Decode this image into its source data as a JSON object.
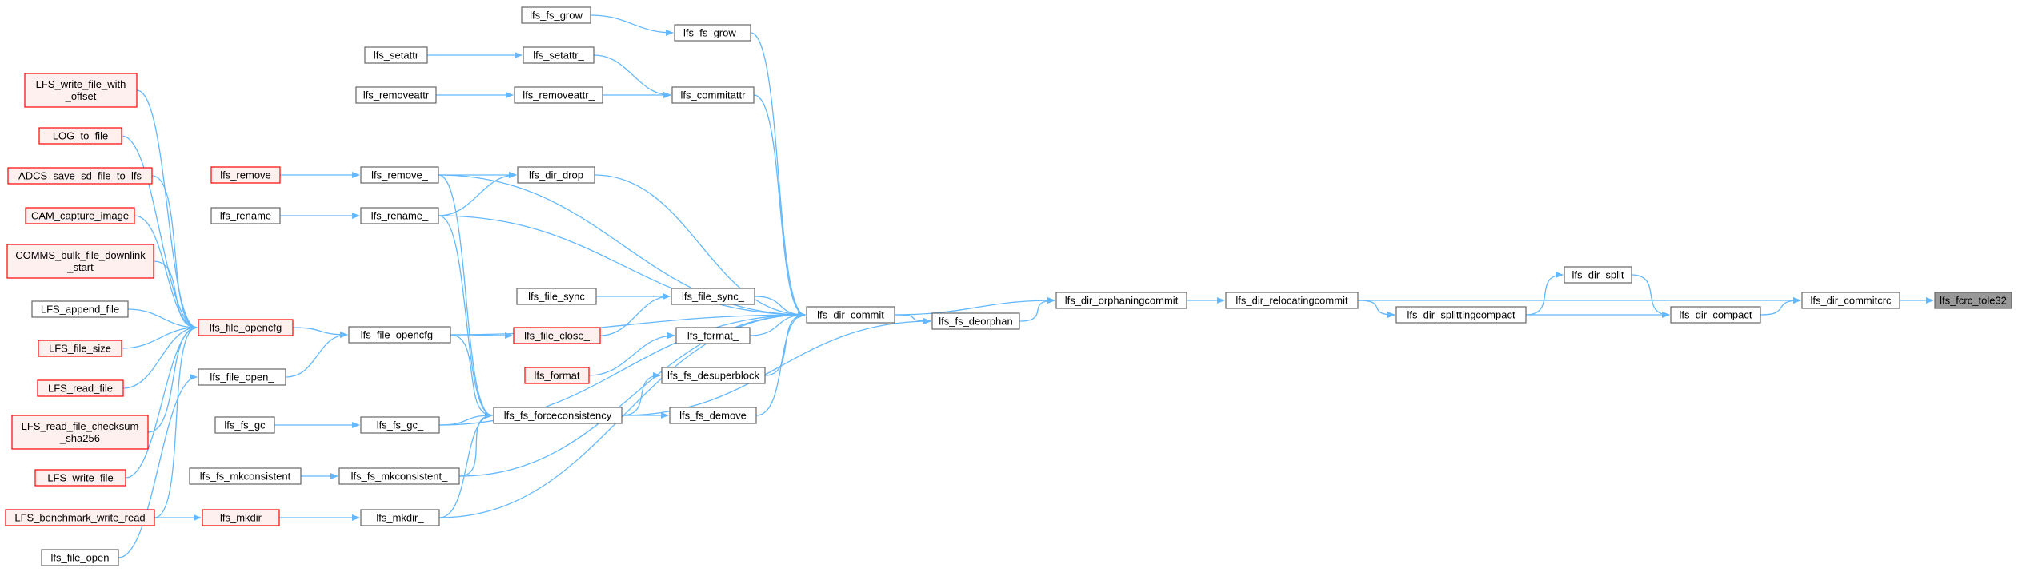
{
  "colors": {
    "edge": "#63b8ff",
    "normal_border": "#666666",
    "normal_fill": "#ffffff",
    "truncated_border": "#ff0000",
    "truncated_fill": "#fff0f0",
    "current_fill": "#999999",
    "current_border": "#666666"
  },
  "nodes": [
    {
      "id": "lfs_fcrc_tole32",
      "label": [
        "lfs_fcrc_tole32"
      ],
      "style": "current"
    },
    {
      "id": "lfs_dir_commitcrc",
      "label": [
        "lfs_dir_commitcrc"
      ],
      "style": "normal"
    },
    {
      "id": "lfs_dir_compact",
      "label": [
        "lfs_dir_compact"
      ],
      "style": "normal"
    },
    {
      "id": "lfs_dir_relocatingcommit",
      "label": [
        "lfs_dir_relocatingcommit"
      ],
      "style": "normal"
    },
    {
      "id": "lfs_dir_split",
      "label": [
        "lfs_dir_split"
      ],
      "style": "normal"
    },
    {
      "id": "lfs_dir_splittingcompact",
      "label": [
        "lfs_dir_splittingcompact"
      ],
      "style": "normal"
    },
    {
      "id": "lfs_dir_orphaningcommit",
      "label": [
        "lfs_dir_orphaningcommit"
      ],
      "style": "normal"
    },
    {
      "id": "lfs_dir_commit",
      "label": [
        "lfs_dir_commit"
      ],
      "style": "normal"
    },
    {
      "id": "lfs_fs_deorphan",
      "label": [
        "lfs_fs_deorphan"
      ],
      "style": "normal"
    },
    {
      "id": "lfs_fs_grow_",
      "label": [
        "lfs_fs_grow_"
      ],
      "style": "normal"
    },
    {
      "id": "lfs_fs_grow",
      "label": [
        "lfs_fs_grow"
      ],
      "style": "normal"
    },
    {
      "id": "lfs_commitattr",
      "label": [
        "lfs_commitattr"
      ],
      "style": "normal"
    },
    {
      "id": "lfs_setattr_",
      "label": [
        "lfs_setattr_"
      ],
      "style": "normal"
    },
    {
      "id": "lfs_setattr",
      "label": [
        "lfs_setattr"
      ],
      "style": "normal"
    },
    {
      "id": "lfs_removeattr_",
      "label": [
        "lfs_removeattr_"
      ],
      "style": "normal"
    },
    {
      "id": "lfs_removeattr",
      "label": [
        "lfs_removeattr"
      ],
      "style": "normal"
    },
    {
      "id": "lfs_dir_drop",
      "label": [
        "lfs_dir_drop"
      ],
      "style": "normal"
    },
    {
      "id": "lfs_remove_",
      "label": [
        "lfs_remove_"
      ],
      "style": "normal"
    },
    {
      "id": "lfs_remove",
      "label": [
        "lfs_remove"
      ],
      "style": "truncated"
    },
    {
      "id": "lfs_rename_",
      "label": [
        "lfs_rename_"
      ],
      "style": "normal"
    },
    {
      "id": "lfs_rename",
      "label": [
        "lfs_rename"
      ],
      "style": "normal"
    },
    {
      "id": "lfs_file_sync_",
      "label": [
        "lfs_file_sync_"
      ],
      "style": "normal"
    },
    {
      "id": "lfs_file_sync",
      "label": [
        "lfs_file_sync"
      ],
      "style": "normal"
    },
    {
      "id": "lfs_file_close_",
      "label": [
        "lfs_file_close_"
      ],
      "style": "truncated"
    },
    {
      "id": "lfs_file_opencfg_",
      "label": [
        "lfs_file_opencfg_"
      ],
      "style": "normal"
    },
    {
      "id": "lfs_file_opencfg",
      "label": [
        "lfs_file_opencfg"
      ],
      "style": "truncated"
    },
    {
      "id": "lfs_file_open_",
      "label": [
        "lfs_file_open_"
      ],
      "style": "normal"
    },
    {
      "id": "lfs_format_",
      "label": [
        "lfs_format_"
      ],
      "style": "normal"
    },
    {
      "id": "lfs_format",
      "label": [
        "lfs_format"
      ],
      "style": "truncated"
    },
    {
      "id": "lfs_fs_desuperblock",
      "label": [
        "lfs_fs_desuperblock"
      ],
      "style": "normal"
    },
    {
      "id": "lfs_fs_demove",
      "label": [
        "lfs_fs_demove"
      ],
      "style": "normal"
    },
    {
      "id": "lfs_fs_forceconsistency",
      "label": [
        "lfs_fs_forceconsistency"
      ],
      "style": "normal"
    },
    {
      "id": "lfs_fs_gc_",
      "label": [
        "lfs_fs_gc_"
      ],
      "style": "normal"
    },
    {
      "id": "lfs_fs_gc",
      "label": [
        "lfs_fs_gc"
      ],
      "style": "normal"
    },
    {
      "id": "lfs_fs_mkconsistent_",
      "label": [
        "lfs_fs_mkconsistent_"
      ],
      "style": "normal"
    },
    {
      "id": "lfs_fs_mkconsistent",
      "label": [
        "lfs_fs_mkconsistent"
      ],
      "style": "normal"
    },
    {
      "id": "lfs_mkdir_",
      "label": [
        "lfs_mkdir_"
      ],
      "style": "normal"
    },
    {
      "id": "lfs_mkdir",
      "label": [
        "lfs_mkdir"
      ],
      "style": "truncated"
    },
    {
      "id": "LFS_write_file_with_offset",
      "label": [
        "LFS_write_file_with",
        "_offset"
      ],
      "style": "truncated"
    },
    {
      "id": "LOG_to_file",
      "label": [
        "LOG_to_file"
      ],
      "style": "truncated"
    },
    {
      "id": "ADCS_save_sd_file_to_lfs",
      "label": [
        "ADCS_save_sd_file_to_lfs"
      ],
      "style": "truncated"
    },
    {
      "id": "CAM_capture_image",
      "label": [
        "CAM_capture_image"
      ],
      "style": "truncated"
    },
    {
      "id": "COMMS_bulk_file_downlink_start",
      "label": [
        "COMMS_bulk_file_downlink",
        "_start"
      ],
      "style": "truncated"
    },
    {
      "id": "LFS_append_file",
      "label": [
        "LFS_append_file"
      ],
      "style": "normal"
    },
    {
      "id": "LFS_file_size",
      "label": [
        "LFS_file_size"
      ],
      "style": "truncated"
    },
    {
      "id": "LFS_read_file",
      "label": [
        "LFS_read_file"
      ],
      "style": "truncated"
    },
    {
      "id": "LFS_read_file_checksum_sha256",
      "label": [
        "LFS_read_file_checksum",
        "_sha256"
      ],
      "style": "truncated"
    },
    {
      "id": "LFS_write_file",
      "label": [
        "LFS_write_file"
      ],
      "style": "truncated"
    },
    {
      "id": "LFS_benchmark_write_read",
      "label": [
        "LFS_benchmark_write_read"
      ],
      "style": "truncated"
    },
    {
      "id": "lfs_file_open",
      "label": [
        "lfs_file_open"
      ],
      "style": "normal"
    }
  ],
  "edges": [
    [
      "lfs_dir_commitcrc",
      "lfs_fcrc_tole32"
    ],
    [
      "lfs_dir_compact",
      "lfs_dir_commitcrc"
    ],
    [
      "lfs_dir_relocatingcommit",
      "lfs_dir_commitcrc"
    ],
    [
      "lfs_dir_split",
      "lfs_dir_compact"
    ],
    [
      "lfs_dir_splittingcompact",
      "lfs_dir_compact"
    ],
    [
      "lfs_dir_splittingcompact",
      "lfs_dir_split"
    ],
    [
      "lfs_dir_relocatingcommit",
      "lfs_dir_splittingcompact"
    ],
    [
      "lfs_dir_orphaningcommit",
      "lfs_dir_relocatingcommit"
    ],
    [
      "lfs_dir_commit",
      "lfs_dir_orphaningcommit"
    ],
    [
      "lfs_fs_deorphan",
      "lfs_dir_orphaningcommit"
    ],
    [
      "lfs_dir_commit",
      "lfs_fs_deorphan"
    ],
    [
      "lfs_fs_grow_",
      "lfs_dir_commit"
    ],
    [
      "lfs_fs_grow",
      "lfs_fs_grow_"
    ],
    [
      "lfs_commitattr",
      "lfs_dir_commit"
    ],
    [
      "lfs_setattr_",
      "lfs_commitattr"
    ],
    [
      "lfs_setattr",
      "lfs_setattr_"
    ],
    [
      "lfs_removeattr_",
      "lfs_commitattr"
    ],
    [
      "lfs_removeattr",
      "lfs_removeattr_"
    ],
    [
      "lfs_remove_",
      "lfs_dir_commit"
    ],
    [
      "lfs_dir_drop",
      "lfs_dir_commit"
    ],
    [
      "lfs_remove_",
      "lfs_dir_drop"
    ],
    [
      "lfs_rename_",
      "lfs_dir_drop"
    ],
    [
      "lfs_remove",
      "lfs_remove_"
    ],
    [
      "lfs_rename_",
      "lfs_dir_commit"
    ],
    [
      "lfs_rename",
      "lfs_rename_"
    ],
    [
      "lfs_file_opencfg_",
      "lfs_dir_commit"
    ],
    [
      "lfs_file_sync_",
      "lfs_dir_commit"
    ],
    [
      "lfs_file_sync",
      "lfs_file_sync_"
    ],
    [
      "lfs_file_close_",
      "lfs_file_sync_"
    ],
    [
      "lfs_file_opencfg_",
      "lfs_file_close_"
    ],
    [
      "lfs_file_opencfg",
      "lfs_file_opencfg_"
    ],
    [
      "lfs_file_open_",
      "lfs_file_opencfg_"
    ],
    [
      "lfs_format_",
      "lfs_dir_commit"
    ],
    [
      "lfs_format",
      "lfs_format_"
    ],
    [
      "lfs_fs_desuperblock",
      "lfs_dir_commit"
    ],
    [
      "lfs_fs_demove",
      "lfs_dir_commit"
    ],
    [
      "lfs_fs_forceconsistency",
      "lfs_fs_desuperblock"
    ],
    [
      "lfs_fs_forceconsistency",
      "lfs_fs_demove"
    ],
    [
      "lfs_fs_forceconsistency",
      "lfs_fs_deorphan"
    ],
    [
      "lfs_remove_",
      "lfs_fs_forceconsistency"
    ],
    [
      "lfs_rename_",
      "lfs_fs_forceconsistency"
    ],
    [
      "lfs_file_opencfg_",
      "lfs_fs_forceconsistency"
    ],
    [
      "lfs_fs_gc_",
      "lfs_fs_forceconsistency"
    ],
    [
      "lfs_fs_gc_",
      "lfs_dir_commit"
    ],
    [
      "lfs_fs_gc",
      "lfs_fs_gc_"
    ],
    [
      "lfs_fs_mkconsistent_",
      "lfs_fs_forceconsistency"
    ],
    [
      "lfs_fs_mkconsistent_",
      "lfs_dir_commit"
    ],
    [
      "lfs_fs_mkconsistent",
      "lfs_fs_mkconsistent_"
    ],
    [
      "lfs_mkdir_",
      "lfs_fs_forceconsistency"
    ],
    [
      "lfs_mkdir_",
      "lfs_dir_commit"
    ],
    [
      "lfs_mkdir",
      "lfs_mkdir_"
    ],
    [
      "LFS_write_file_with_offset",
      "lfs_file_opencfg"
    ],
    [
      "LOG_to_file",
      "lfs_file_opencfg"
    ],
    [
      "ADCS_save_sd_file_to_lfs",
      "lfs_file_opencfg"
    ],
    [
      "CAM_capture_image",
      "lfs_file_opencfg"
    ],
    [
      "COMMS_bulk_file_downlink_start",
      "lfs_file_opencfg"
    ],
    [
      "LFS_append_file",
      "lfs_file_opencfg"
    ],
    [
      "LFS_file_size",
      "lfs_file_opencfg"
    ],
    [
      "LFS_read_file",
      "lfs_file_opencfg"
    ],
    [
      "LFS_read_file_checksum_sha256",
      "lfs_file_opencfg"
    ],
    [
      "LFS_write_file",
      "lfs_file_opencfg"
    ],
    [
      "LFS_benchmark_write_read",
      "lfs_file_opencfg"
    ],
    [
      "LFS_benchmark_write_read",
      "lfs_mkdir"
    ],
    [
      "lfs_file_open",
      "lfs_file_open_"
    ]
  ]
}
